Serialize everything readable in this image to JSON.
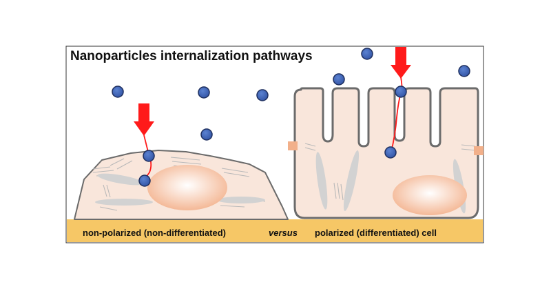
{
  "title": "Nanoparticles internalization pathways",
  "captions": {
    "left": "non-polarized (non-differentiated)",
    "middle": "versus",
    "right": "polarized (differentiated) cell"
  },
  "colors": {
    "frame": "#333333",
    "band": "#f6c766",
    "cell_fill": "#f9e6db",
    "cell_stroke": "#6b6b6b",
    "nucleus": "#f4b896",
    "nanoparticle": "#3f66b8",
    "nanoparticle_stroke": "#1e2f5e",
    "arrow": "#ff1a1a",
    "junction": "#f2b08a"
  },
  "icons": [
    "nanoparticle-dot",
    "uptake-arrow",
    "membrane-filament",
    "nucleus",
    "cell-junction"
  ]
}
